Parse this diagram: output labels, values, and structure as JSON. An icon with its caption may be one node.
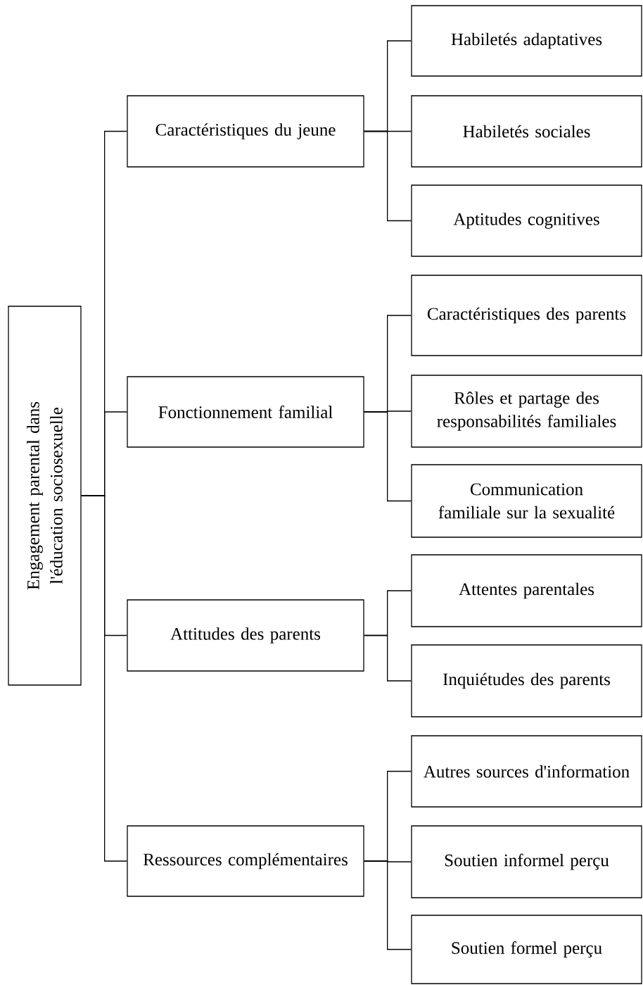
{
  "diagram": {
    "nodes": [
      {
        "text": [
          "Engagement parental dans l'éducation sociosexuelle"
        ]
      },
      {
        "text": [
          "Caractéristiques du jeune"
        ]
      },
      {
        "text": [
          "Fonctionnement familial"
        ]
      },
      {
        "text": [
          "Attitudes des parents"
        ]
      },
      {
        "text": [
          "Ressources complémentaires"
        ]
      },
      {
        "text": [
          "Habiletés adaptatives"
        ]
      },
      {
        "text": [
          "Habiletés sociales"
        ]
      },
      {
        "text": [
          "Aptitudes cognitives"
        ]
      },
      {
        "text": [
          "Caractéristiques des parents"
        ]
      },
      {
        "text": [
          "Rôles et partage des responsabilités familiales"
        ]
      },
      {
        "text": [
          "Communication familiale sur la sexualité"
        ]
      },
      {
        "text": [
          "Attentes parentales"
        ]
      },
      {
        "text": [
          "Inquiétudes des parents"
        ]
      },
      {
        "text": [
          "Autres sources d'information"
        ]
      },
      {
        "text": [
          "Soutien informel perçu"
        ]
      },
      {
        "text": [
          "Soutien formel perçu"
        ]
      }
    ],
    "edges": [
      {
        "from": 0,
        "to": 1,
        "arrow": "none"
      },
      {
        "from": 0,
        "to": 2,
        "arrow": "none"
      },
      {
        "from": 0,
        "to": 3,
        "arrow": "none"
      },
      {
        "from": 0,
        "to": 4,
        "arrow": "none"
      },
      {
        "from": 1,
        "to": 5,
        "arrow": "none"
      },
      {
        "from": 1,
        "to": 6,
        "arrow": "none"
      },
      {
        "from": 1,
        "to": 7,
        "arrow": "none"
      },
      {
        "from": 2,
        "to": 8,
        "arrow": "none"
      },
      {
        "from": 2,
        "to": 9,
        "arrow": "none"
      },
      {
        "from": 2,
        "to": 10,
        "arrow": "none"
      },
      {
        "from": 3,
        "to": 11,
        "arrow": "none"
      },
      {
        "from": 3,
        "to": 12,
        "arrow": "none"
      },
      {
        "from": 4,
        "to": 13,
        "arrow": "none"
      },
      {
        "from": 4,
        "to": 14,
        "arrow": "none"
      },
      {
        "from": 4,
        "to": 15,
        "arrow": "none"
      }
    ]
  }
}
